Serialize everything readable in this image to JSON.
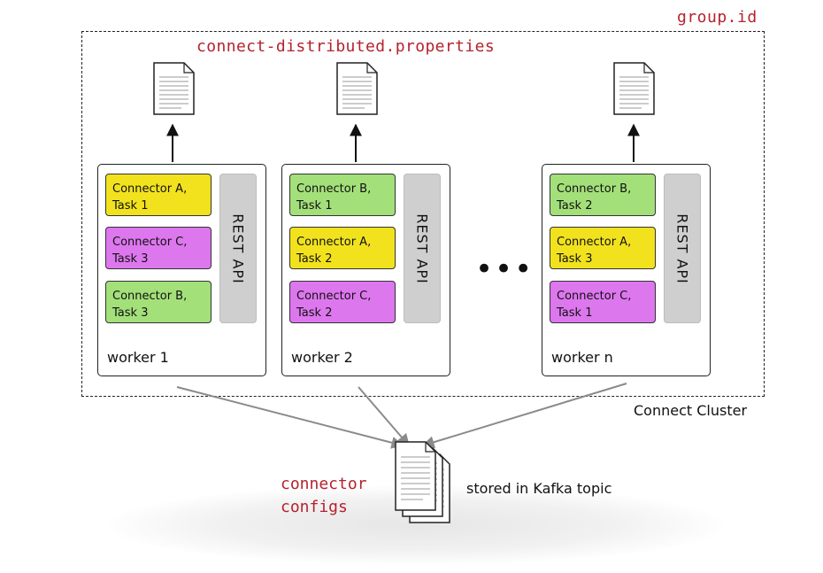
{
  "labels": {
    "group_id": "group.id",
    "properties_file": "connect-distributed.properties",
    "cluster": "Connect Cluster",
    "configs_line1": "connector",
    "configs_line2": "configs",
    "stored": "stored in Kafka topic",
    "ellipsis": "•••",
    "rest_api": "REST API"
  },
  "colors": {
    "connector_a": "#f2e21e",
    "connector_b": "#a3e07a",
    "connector_c": "#dd77ee",
    "config_label": "#b5222d"
  },
  "workers": [
    {
      "name": "worker 1",
      "tasks": [
        {
          "line1": "Connector A,",
          "line2": "Task 1",
          "connector": "A"
        },
        {
          "line1": "Connector C,",
          "line2": "Task 3",
          "connector": "C"
        },
        {
          "line1": "Connector B,",
          "line2": "Task 3",
          "connector": "B"
        }
      ]
    },
    {
      "name": "worker 2",
      "tasks": [
        {
          "line1": "Connector B,",
          "line2": "Task 1",
          "connector": "B"
        },
        {
          "line1": "Connector A,",
          "line2": "Task 2",
          "connector": "A"
        },
        {
          "line1": "Connector C,",
          "line2": "Task 2",
          "connector": "C"
        }
      ]
    },
    {
      "name": "worker n",
      "tasks": [
        {
          "line1": "Connector B,",
          "line2": "Task 2",
          "connector": "B"
        },
        {
          "line1": "Connector A,",
          "line2": "Task 3",
          "connector": "A"
        },
        {
          "line1": "Connector C,",
          "line2": "Task 1",
          "connector": "C"
        }
      ]
    }
  ]
}
